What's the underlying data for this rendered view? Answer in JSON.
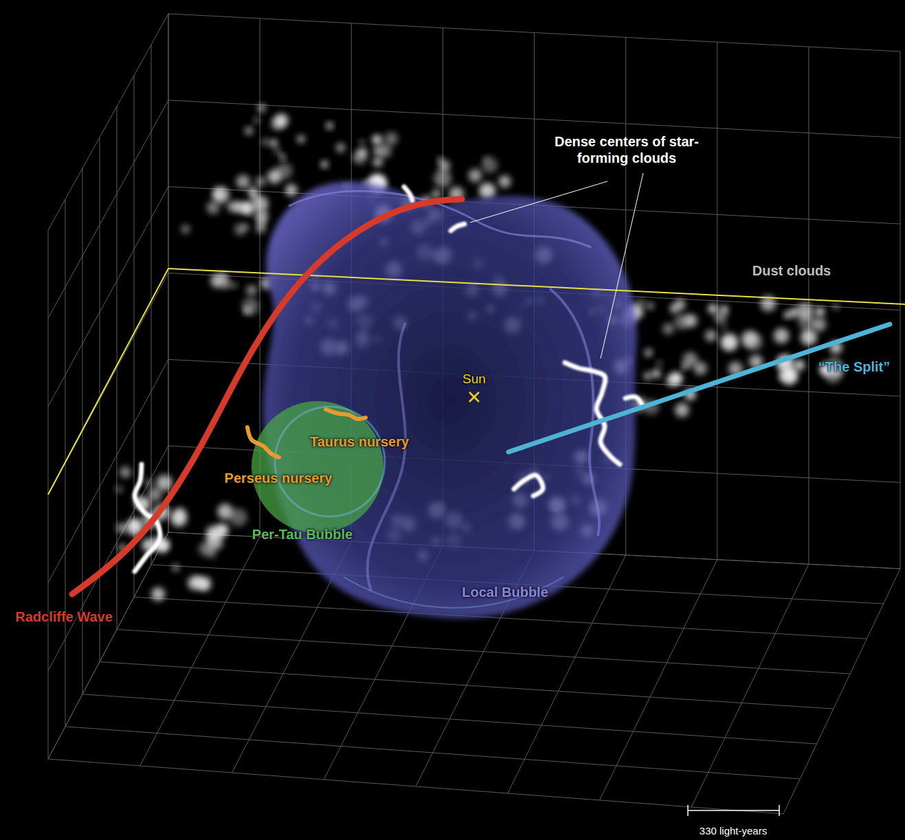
{
  "diagram": {
    "labels": [
      "Dense centers of star-forming clouds",
      "Dust clouds",
      "“The Split”",
      "Sun",
      "Taurus nursery",
      "Perseus nursery",
      "Per-Tau Bubble",
      "Local Bubble",
      "Radcliffe Wave",
      "330 light-years"
    ]
  }
}
